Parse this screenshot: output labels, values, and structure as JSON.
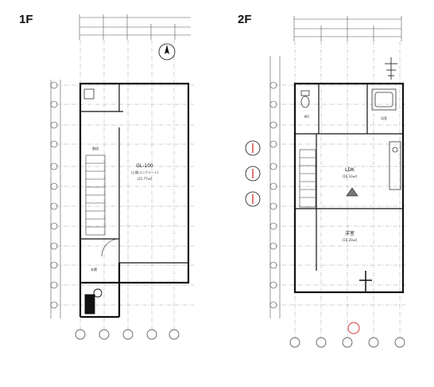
{
  "floor_1": {
    "label": "1F",
    "room_main": "GL-100",
    "room_main_sub": "(土間コンクリート)",
    "room_main_area": "(21.77㎡)",
    "entry_label": "玄関",
    "stair_label": "階段"
  },
  "floor_2": {
    "label": "2F",
    "ldk_label": "LDK",
    "ldk_area": "(16.10㎡)",
    "bedroom_label": "洋室",
    "bedroom_area": "(10.20㎡)",
    "wc_label": "WC",
    "bath_label": "浴室"
  },
  "colors": {
    "line": "#1a1a1a",
    "grid": "#777777",
    "accent_red": "#d23a3a"
  },
  "icons": [
    "compass-icon",
    "north-arrow-icon",
    "grid-bubble-icon"
  ]
}
